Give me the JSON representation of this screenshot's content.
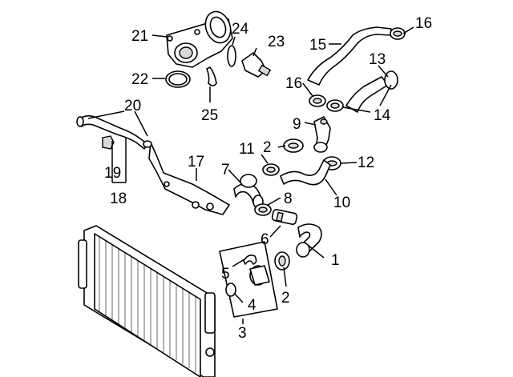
{
  "callouts": [
    {
      "id": "1",
      "text": "1"
    },
    {
      "id": "2a",
      "text": "2"
    },
    {
      "id": "2b",
      "text": "2"
    },
    {
      "id": "3",
      "text": "3"
    },
    {
      "id": "4",
      "text": "4"
    },
    {
      "id": "5",
      "text": "5"
    },
    {
      "id": "6",
      "text": "6"
    },
    {
      "id": "7",
      "text": "7"
    },
    {
      "id": "8",
      "text": "8"
    },
    {
      "id": "9",
      "text": "9"
    },
    {
      "id": "10",
      "text": "10"
    },
    {
      "id": "11",
      "text": "11"
    },
    {
      "id": "12",
      "text": "12"
    },
    {
      "id": "13",
      "text": "13"
    },
    {
      "id": "14",
      "text": "14"
    },
    {
      "id": "15",
      "text": "15"
    },
    {
      "id": "16a",
      "text": "16"
    },
    {
      "id": "16b",
      "text": "16"
    },
    {
      "id": "17",
      "text": "17"
    },
    {
      "id": "18",
      "text": "18"
    },
    {
      "id": "19",
      "text": "19"
    },
    {
      "id": "20",
      "text": "20"
    },
    {
      "id": "21",
      "text": "21"
    },
    {
      "id": "22",
      "text": "22"
    },
    {
      "id": "23",
      "text": "23"
    },
    {
      "id": "24",
      "text": "24"
    },
    {
      "id": "25",
      "text": "25"
    }
  ]
}
